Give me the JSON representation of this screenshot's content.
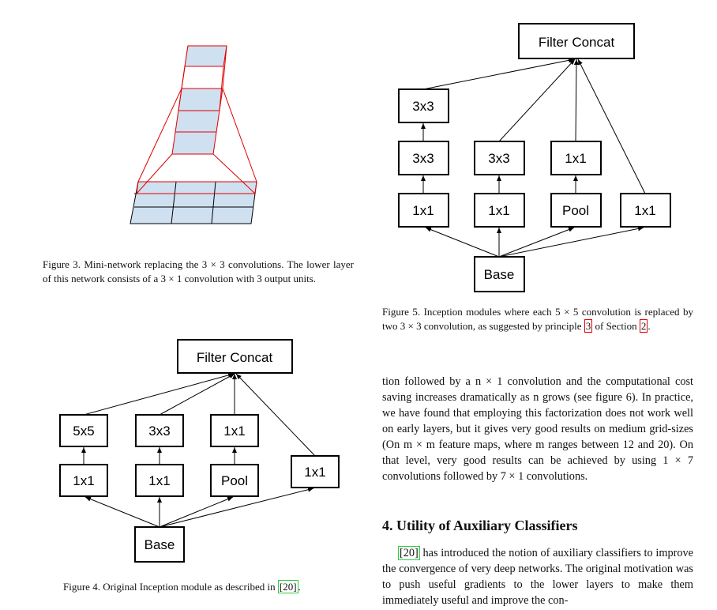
{
  "figure3": {
    "caption_parts": [
      "Figure 3. Mini-network replacing the 3 × 3 convolutions. The lower layer of this network consists of a 3 × 1 convolution with 3 output units."
    ]
  },
  "figure4": {
    "top_label": "Filter Concat",
    "branch_top": [
      "5x5",
      "3x3",
      "1x1"
    ],
    "branch_mid": [
      "1x1",
      "1x1",
      "Pool",
      "1x1"
    ],
    "base_label": "Base",
    "caption_prefix": "Figure 4. Original Inception module as described in ",
    "caption_ref": "[20]",
    "caption_suffix": "."
  },
  "figure5": {
    "top_label": "Filter Concat",
    "branch_row1": [
      "3x3"
    ],
    "branch_row2": [
      "3x3",
      "3x3",
      "1x1"
    ],
    "branch_row3": [
      "1x1",
      "1x1",
      "Pool",
      "1x1"
    ],
    "base_label": "Base",
    "caption_prefix": "Figure 5. Inception modules where each 5 × 5 convolution is replaced by two 3 × 3 convolution, as suggested by principle ",
    "caption_ref1": "3",
    "caption_mid": " of Section ",
    "caption_ref2": "2",
    "caption_suffix": "."
  },
  "body": {
    "paragraph": "tion followed by a n × 1 convolution and the computational cost saving increases dramatically as n grows (see figure 6). In practice, we have found that employing this factorization does not work well on early layers, but it gives very good results on medium grid-sizes (On m × m feature maps, where m ranges between 12 and 20). On that level, very good results can be achieved by using 1 × 7 convolutions followed by 7 × 1 convolutions.",
    "section_heading": "4. Utility of Auxiliary Classifiers",
    "section_ref": "[20]",
    "section_text": " has introduced the notion of auxiliary classifiers to improve the convergence of very deep networks. The original motivation was to push useful gradients to the lower layers to make them immediately useful and improve the con-"
  },
  "colors": {
    "cell_fill": "#cfe0f1",
    "red_outline": "#e00000",
    "ref_green": "#2ecc40"
  }
}
